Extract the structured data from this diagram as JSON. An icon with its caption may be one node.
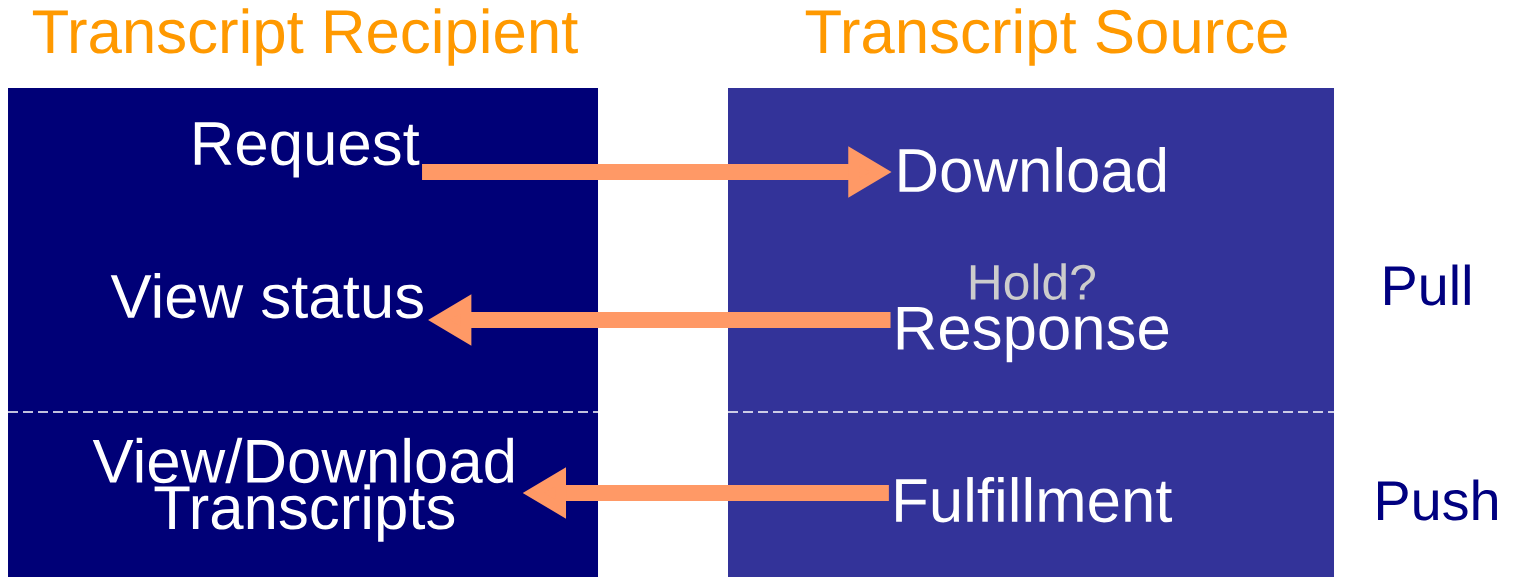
{
  "diagram": {
    "nodes": [
      {
        "text": [
          "Transcript Recipient"
        ]
      },
      {
        "text": [
          "Transcript Source"
        ]
      },
      {
        "text": [
          "Request"
        ],
        "in": 0
      },
      {
        "text": [
          "View status"
        ],
        "in": 0
      },
      {
        "text": [
          "View/Download Transcripts"
        ],
        "in": 0
      },
      {
        "text": [
          "Download"
        ],
        "in": 1
      },
      {
        "text": [
          "Hold?",
          "Response"
        ],
        "in": 1
      },
      {
        "text": [
          "Fulfillment"
        ],
        "in": 1
      }
    ],
    "edges": [
      {
        "from": 2,
        "to": 5,
        "arrow": "to"
      },
      {
        "from": 6,
        "to": 3,
        "arrow": "to"
      },
      {
        "from": 7,
        "to": 4,
        "arrow": "to"
      }
    ],
    "labels": [
      "Pull",
      "Push"
    ]
  }
}
